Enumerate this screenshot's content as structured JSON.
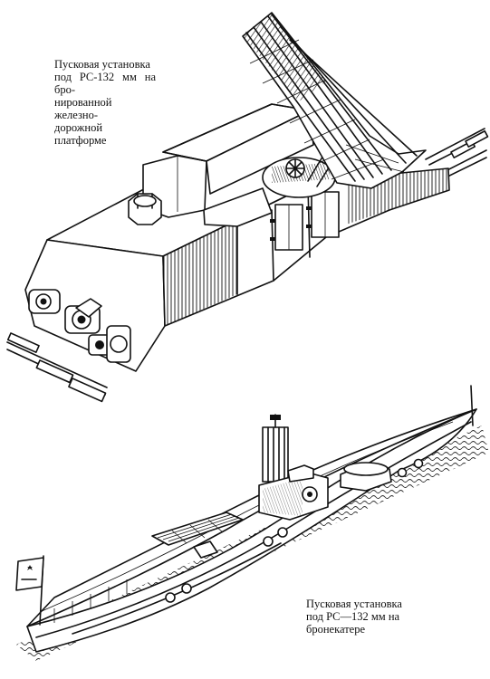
{
  "captions": {
    "top": {
      "lines": [
        "Пусковая установка",
        "под РС-132 мм на бро-",
        "нированной железно-",
        "дорожной платформе"
      ]
    },
    "bottom": {
      "lines": [
        "Пусковая установка",
        "под РС—132 мм на",
        "бронекатере"
      ]
    }
  }
}
